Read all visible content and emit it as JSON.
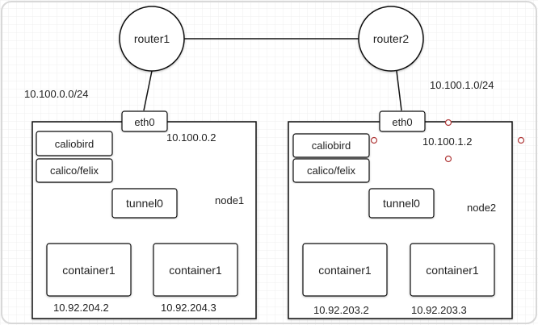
{
  "routers": {
    "r1": {
      "label": "router1"
    },
    "r2": {
      "label": "router2"
    }
  },
  "networks": {
    "left": "10.100.0.0/24",
    "right": "10.100.1.0/24"
  },
  "node1": {
    "label": "node1",
    "eth0": "eth0",
    "eth_ip": "10.100.0.2",
    "caliobird": "caliobird",
    "felix": "calico/felix",
    "tunnel": "tunnel0",
    "container_a": {
      "label": "container1",
      "ip": "10.92.204.2"
    },
    "container_b": {
      "label": "container1",
      "ip": "10.92.204.3"
    }
  },
  "node2": {
    "label": "node2",
    "eth0": "eth0",
    "eth_ip": "10.100.1.2",
    "caliobird": "caliobird",
    "felix": "calico/felix",
    "tunnel": "tunnel0",
    "container_a": {
      "label": "container1",
      "ip": "10.92.203.2"
    },
    "container_b": {
      "label": "container1",
      "ip": "10.92.203.3"
    }
  },
  "colors": {
    "line": "#111111",
    "grid": "#eeeeee",
    "marker": "#b03a3a"
  }
}
